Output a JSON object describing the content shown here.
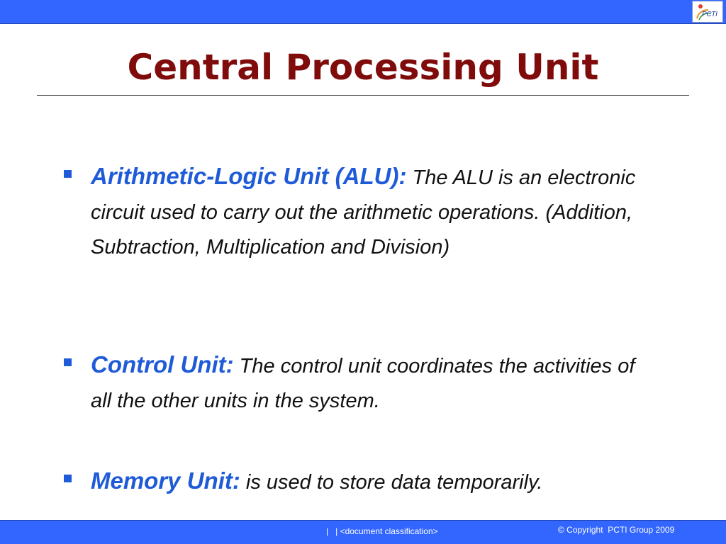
{
  "header": {
    "logo_label": "PCTI",
    "logo_icon": "pcti-logo-icon",
    "bar_color": "#3366ff"
  },
  "slide": {
    "title": "Central Processing Unit",
    "title_color": "#7f0b0b",
    "accent_color": "#1f5bd8",
    "bullets": [
      {
        "term": "Arithmetic-Logic Unit (ALU):",
        "text": "The ALU is an electronic circuit used to carry out the arithmetic operations. (Addition, Subtraction, Multiplication and Division)"
      },
      {
        "term": "Control Unit:",
        "text": "The control unit coordinates the activities of all the other units in the system."
      },
      {
        "term": "Memory Unit:",
        "text": "is used to store data temporarily."
      }
    ]
  },
  "footer": {
    "center_text": "|   | <document classification>",
    "copyright": "© Copyright  PCTI Group 2009"
  }
}
